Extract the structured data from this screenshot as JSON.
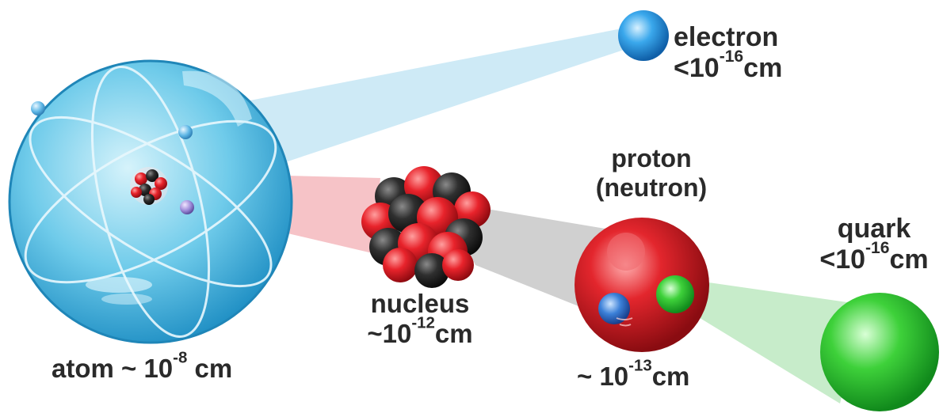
{
  "labels": {
    "electron_name": "electron",
    "electron_size_prefix": "<10",
    "electron_size_exp": "-16",
    "electron_size_unit": "cm",
    "proton_name": "proton",
    "proton_alt": "(neutron)",
    "proton_size_prefix": "~ 10",
    "proton_size_exp": "-13",
    "proton_size_unit": "cm",
    "quark_name": "quark",
    "quark_size_prefix": "<10",
    "quark_size_exp": "-16",
    "quark_size_unit": "cm",
    "nucleus_name": "nucleus",
    "nucleus_size_prefix": "~10",
    "nucleus_size_exp": "-12",
    "nucleus_size_unit": "cm",
    "atom_prefix": "atom ~ 10",
    "atom_exp": "-8",
    "atom_unit": " cm"
  },
  "colors": {
    "atom": "#5cc3e6",
    "electron": "#3a9ee0",
    "nucleus_proton": "#e8262e",
    "nucleus_neutron": "#2b2b2b",
    "proton": "#d9242b",
    "quark_green": "#2cc33a",
    "quark_blue": "#3b7fd6",
    "beam_blue": "#bfe3f3",
    "beam_red": "#f2b5b9",
    "beam_gray": "#bdbdbd",
    "beam_green": "#b9e8bd"
  }
}
